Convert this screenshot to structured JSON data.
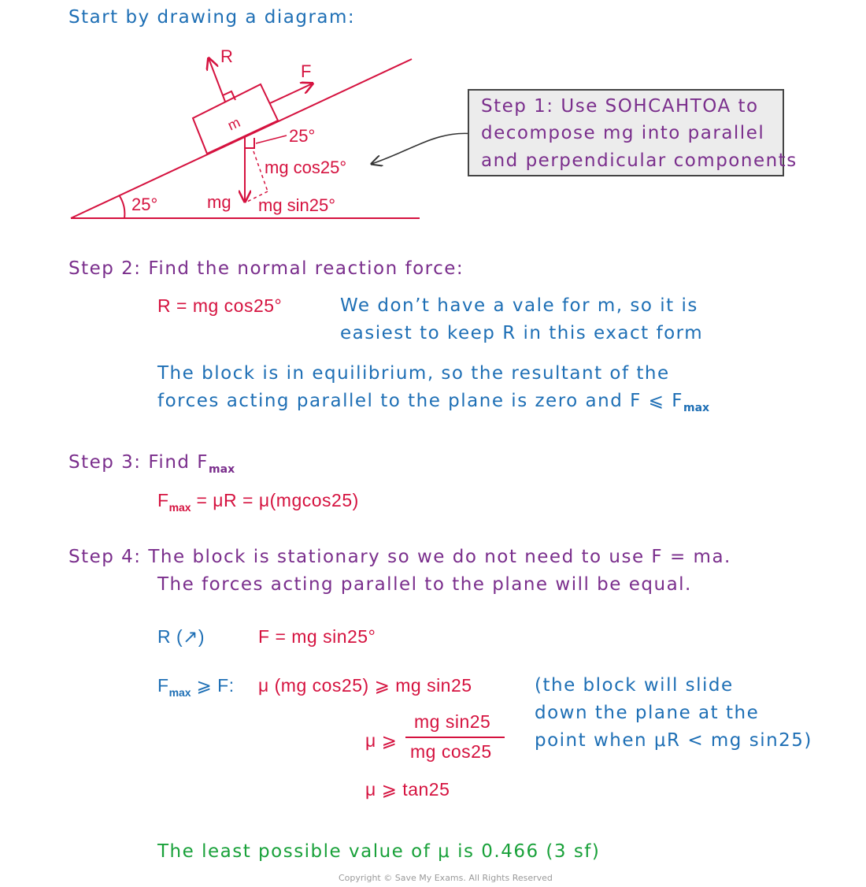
{
  "intro": "Start by drawing a diagram:",
  "diagram": {
    "label_R": "R",
    "label_F": "F",
    "label_m": "m",
    "label_angle_top": "25°",
    "label_mg_cos": "mg cos25°",
    "label_angle_base": "25°",
    "label_mg": "mg",
    "label_mg_sin": "mg sin25°"
  },
  "step1": {
    "line1": "Step 1: Use SOHCAHTOA to",
    "line2": "decompose mg into parallel",
    "line3": "and perpendicular components"
  },
  "step2": {
    "heading": "Step 2: Find the normal reaction force:",
    "equation": "R = mg cos25°",
    "note_line1": "We don’t have a vale for m, so it is",
    "note_line2": "easiest to keep R in this exact form",
    "equil_line1": "The block is in equilibrium, so the resultant of the",
    "equil_line2": "forces acting parallel  to the plane is zero and  F ⩽ F",
    "equil_sub": "max"
  },
  "step3": {
    "heading": "Step 3: Find  F",
    "heading_sub": "max",
    "eq_F": "F",
    "eq_sub": "max",
    "eq_rest": " = μR = μ(mgcos25)"
  },
  "step4": {
    "line1": "Step 4: The block is stationary so we do not need to use F = ma.",
    "line2": "The forces acting parallel to the plane will be equal.",
    "resolve_label": "R (↗)",
    "resolve_eq": "F = mg sin25°",
    "ineq_F": "F",
    "ineq_sub": "max",
    "ineq_rest": " ⩾ F:",
    "ineq1": "μ (mg cos25) ⩾ mg sin25",
    "mu_ge": "μ ⩾",
    "frac_num": "mg sin25",
    "frac_den": "mg cos25",
    "mu_tan": "μ ⩾  tan25",
    "side_line1": "(the block will slide",
    "side_line2": "down the plane at the",
    "side_line3": "point when  μR < mg sin25)"
  },
  "answer": "The least possible value of μ is  0.466 (3 sf)",
  "copyright": "Copyright © Save My Exams. All Rights Reserved",
  "colors": {
    "blue": "#1e6fb5",
    "purple": "#7a2e8c",
    "red": "#d5123f",
    "green": "#19a13a"
  }
}
